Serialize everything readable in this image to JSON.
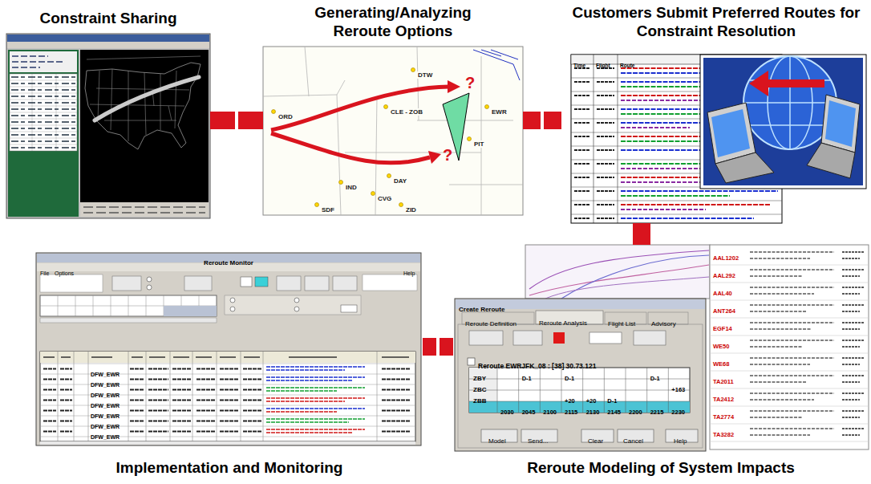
{
  "diagram": {
    "nodes": [
      {
        "text": [
          "Constraint Sharing"
        ]
      },
      {
        "text": [
          "Generating/Analyzing Reroute Options"
        ]
      },
      {
        "text": [
          "Customers Submit Preferred Routes for Constraint Resolution"
        ]
      },
      {
        "text": [
          "Implementation and Monitoring"
        ]
      },
      {
        "text": [
          "Reroute Modeling of System Impacts"
        ]
      }
    ],
    "edges": [
      {
        "from": 0,
        "to": 1,
        "arrow": "none"
      },
      {
        "from": 1,
        "to": 2,
        "arrow": "none"
      },
      {
        "from": 2,
        "to": 4,
        "arrow": "none"
      },
      {
        "from": 4,
        "to": 3,
        "arrow": "none"
      }
    ],
    "labels": [
      "ORD",
      "DTW",
      "CLE - ZOB",
      "?",
      "?",
      "PIT",
      "EWR",
      "IND",
      "DAY",
      "CVG",
      "ZID",
      "SDF",
      "Time",
      "Flight",
      "Route",
      "Reroute Monitor",
      "File",
      "Options",
      "Help",
      "DFW_EWR",
      "DFW_EWR",
      "DFW_EWR",
      "DFW_EWR",
      "DFW_EWR",
      "DFW_EWR",
      "DFW_EWR",
      "Create Reroute",
      "Reroute Definition",
      "Reroute Analysis",
      "Flight List",
      "Advisory",
      "Reroute EWRJFK_08 : [38] 30.73.121",
      "ZBY",
      "ZBC",
      "ZBB",
      "2030",
      "2045",
      "2100",
      "2115",
      "2130",
      "2145",
      "2200",
      "2215",
      "2230",
      "D-1",
      "D-1",
      "D-1",
      "+163",
      "+20",
      "+20",
      "D-1",
      "Model",
      "Send...",
      "Clear",
      "Cancel",
      "Help",
      "AAL1202",
      "AAL292",
      "AAL40",
      "ANT264",
      "EGF14",
      "WE50",
      "WE68",
      "TA2011",
      "TA2412",
      "TA2774",
      "TA3282"
    ]
  }
}
